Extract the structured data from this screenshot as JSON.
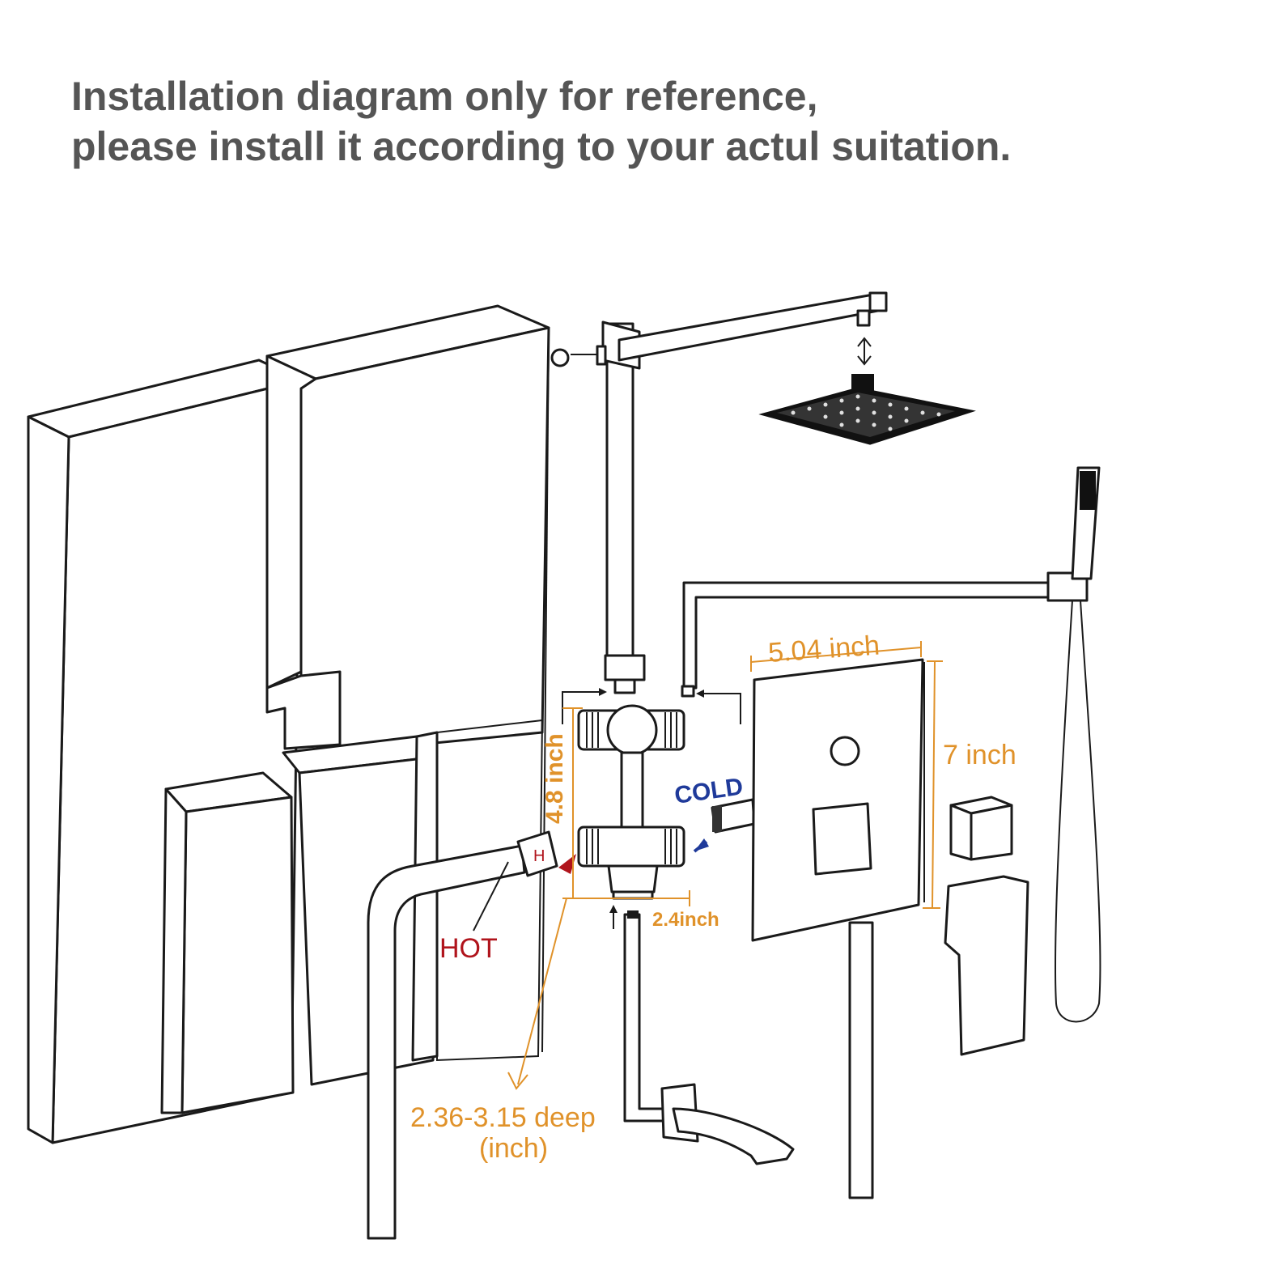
{
  "header": {
    "line1": "Installation diagram only for reference,",
    "line2": "please install it according to your actul suitation."
  },
  "labels": {
    "width_panel": "5.04 inch",
    "height_panel": "7 inch",
    "valve_height": "4.8 inch",
    "valve_width": "2.4inch",
    "cold": "COLD",
    "hot": "HOT",
    "hot_marker": "H",
    "depth_line1": "2.36-3.15 deep",
    "depth_line2": "(inch)"
  },
  "colors": {
    "dimension": "#e0922a",
    "hot": "#b0141c",
    "cold": "#1f3a9a",
    "text": "#555555"
  }
}
